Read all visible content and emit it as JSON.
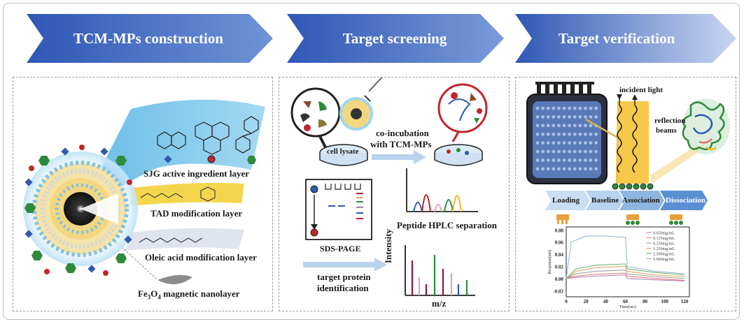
{
  "stages": [
    {
      "label": "TCM-MPs construction"
    },
    {
      "label": "Target screening"
    },
    {
      "label": "Target verification"
    }
  ],
  "construction": {
    "layers": [
      {
        "label": "SJG active ingredient layer"
      },
      {
        "label": "TAD modification layer"
      },
      {
        "label": "Oleic acid modification layer"
      },
      {
        "label_main": "Fe",
        "label_sub": "3",
        "label_main2": "O",
        "label_sub2": "4",
        "label_rest": " magnetic nanolayer"
      }
    ]
  },
  "screening": {
    "cell_lysate": "cell lysate",
    "co_incubation": "co-incubation",
    "with_tcm": "with TCM-MPs",
    "sds_page": "SDS-PAGE",
    "hplc": "Peptide HPLC separation",
    "target_protein": "target protein",
    "identification": "identification",
    "intensity": "Intensity",
    "mz": "m/z"
  },
  "verification": {
    "incident_light": "incident light",
    "reflection": "reflection",
    "beams": "beams",
    "steps": [
      "Loading",
      "Baseline",
      "Association",
      "Dissociation"
    ],
    "bli_chart": {
      "type": "line",
      "xlabel": "Time(sec)",
      "ylabel": "Response(nm)",
      "xticks": [
        "0",
        "20",
        "40",
        "60",
        "80",
        "100",
        "120"
      ],
      "yticks": [
        "0.08",
        "0.06",
        "0.04",
        "0.02",
        "0.00",
        "-0.02"
      ],
      "xlim": [
        0,
        125
      ],
      "ylim": [
        -0.03,
        0.085
      ],
      "series": [
        {
          "name": "0.050mg/mL",
          "color": "#b07ab5",
          "values": [
            [
              0,
              0.0
            ],
            [
              10,
              0.002
            ],
            [
              30,
              0.004
            ],
            [
              60,
              0.006
            ],
            [
              62,
              0.0
            ],
            [
              90,
              -0.002
            ],
            [
              120,
              -0.004
            ]
          ]
        },
        {
          "name": "0.125mg/mL",
          "color": "#e07070",
          "values": [
            [
              0,
              0.0
            ],
            [
              10,
              0.004
            ],
            [
              30,
              0.007
            ],
            [
              60,
              0.009
            ],
            [
              62,
              0.004
            ],
            [
              90,
              0.0
            ],
            [
              120,
              -0.003
            ]
          ]
        },
        {
          "name": "0.250mg/mL",
          "color": "#9a9a9a",
          "values": [
            [
              0,
              0.0
            ],
            [
              10,
              0.008
            ],
            [
              30,
              0.012
            ],
            [
              60,
              0.014
            ],
            [
              62,
              0.008
            ],
            [
              90,
              0.003
            ],
            [
              120,
              0.0
            ]
          ]
        },
        {
          "name": "1.250mg/mL",
          "color": "#d9a35a",
          "values": [
            [
              0,
              0.0
            ],
            [
              10,
              0.012
            ],
            [
              30,
              0.018
            ],
            [
              60,
              0.02
            ],
            [
              62,
              0.012
            ],
            [
              90,
              0.006
            ],
            [
              120,
              0.003
            ]
          ]
        },
        {
          "name": "2.500mg/mL",
          "color": "#6ab06a",
          "values": [
            [
              0,
              0.0
            ],
            [
              10,
              0.016
            ],
            [
              30,
              0.022
            ],
            [
              60,
              0.024
            ],
            [
              62,
              0.016
            ],
            [
              90,
              0.01
            ],
            [
              120,
              0.006
            ]
          ]
        },
        {
          "name": "5.000mg/mL",
          "color": "#8fb0d8",
          "values": [
            [
              0,
              0.0
            ],
            [
              5,
              0.06
            ],
            [
              20,
              0.07
            ],
            [
              40,
              0.07
            ],
            [
              60,
              0.068
            ],
            [
              62,
              0.02
            ],
            [
              90,
              0.012
            ],
            [
              120,
              0.008
            ]
          ]
        }
      ]
    }
  }
}
